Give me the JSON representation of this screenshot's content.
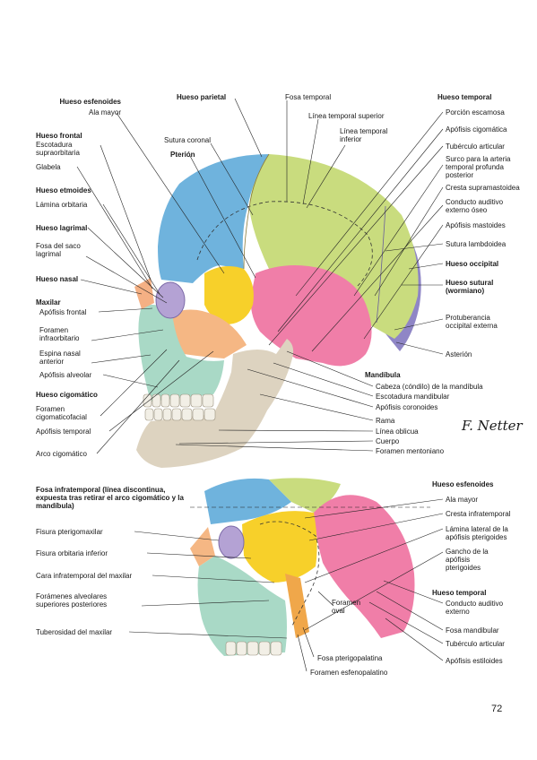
{
  "upper": {
    "left": [
      {
        "id": "esf",
        "text": "Hueso esfenoides",
        "bold": true
      },
      {
        "id": "alamayor",
        "text": "Ala mayor",
        "bold": false
      },
      {
        "id": "frontal",
        "text": "Hueso frontal",
        "bold": true
      },
      {
        "id": "escot",
        "text": "Escotadura supraorbitaria",
        "bold": false
      },
      {
        "id": "glabela",
        "text": "Glabela",
        "bold": false
      },
      {
        "id": "etm",
        "text": "Hueso etmoides",
        "bold": true
      },
      {
        "id": "lamorb",
        "text": "Lámina orbitaria",
        "bold": false
      },
      {
        "id": "lagrimal",
        "text": "Hueso lagrimal",
        "bold": true
      },
      {
        "id": "fosasaco",
        "text": "Fosa del saco lagrimal",
        "bold": false
      },
      {
        "id": "nasal",
        "text": "Hueso nasal",
        "bold": true
      },
      {
        "id": "maxilar",
        "text": "Maxilar",
        "bold": true
      },
      {
        "id": "apofront",
        "text": "Apófisis frontal",
        "bold": false
      },
      {
        "id": "forinfra",
        "text": "Foramen infraorbitario",
        "bold": false
      },
      {
        "id": "espina",
        "text": "Espina nasal anterior",
        "bold": false
      },
      {
        "id": "apoalv",
        "text": "Apófisis alveolar",
        "bold": false
      },
      {
        "id": "cigom",
        "text": "Hueso cigomático",
        "bold": true
      },
      {
        "id": "forcigo",
        "text": "Foramen cigomaticofacial",
        "bold": false
      },
      {
        "id": "apotemp",
        "text": "Apófisis temporal",
        "bold": false
      },
      {
        "id": "arco",
        "text": "Arco cigomático",
        "bold": false
      }
    ],
    "top": [
      {
        "id": "parietal",
        "text": "Hueso parietal",
        "bold": true
      },
      {
        "id": "fosatemp",
        "text": "Fosa temporal",
        "bold": false
      },
      {
        "id": "suturacor",
        "text": "Sutura coronal",
        "bold": false
      },
      {
        "id": "pterion",
        "text": "Pterión",
        "bold": true
      },
      {
        "id": "linsup",
        "text": "Línea temporal superior",
        "bold": false
      },
      {
        "id": "lininf",
        "text": "Línea temporal inferior",
        "bold": false
      }
    ],
    "right": [
      {
        "id": "temporal",
        "text": "Hueso temporal",
        "bold": true
      },
      {
        "id": "porcion",
        "text": "Porción escamosa",
        "bold": false
      },
      {
        "id": "apocig",
        "text": "Apófisis cigomática",
        "bold": false
      },
      {
        "id": "tuberc",
        "text": "Tubérculo articular",
        "bold": false
      },
      {
        "id": "surco",
        "text": "Surco para la arteria temporal profunda posterior",
        "bold": false
      },
      {
        "id": "cresta",
        "text": "Cresta supramastoidea",
        "bold": false
      },
      {
        "id": "conducto",
        "text": "Conducto auditivo externo óseo",
        "bold": false
      },
      {
        "id": "mastoides",
        "text": "Apófisis mastoides",
        "bold": false
      },
      {
        "id": "lambdoidea",
        "text": "Sutura lambdoidea",
        "bold": false
      },
      {
        "id": "occipital",
        "text": "Hueso occipital",
        "bold": true
      },
      {
        "id": "sutural",
        "text": "Hueso sutural (wormiano)",
        "bold": true
      },
      {
        "id": "protub",
        "text": "Protuberancia occipital externa",
        "bold": false
      },
      {
        "id": "asterion",
        "text": "Asterión",
        "bold": false
      },
      {
        "id": "mandibula",
        "text": "Mandíbula",
        "bold": true
      },
      {
        "id": "cabeza",
        "text": "Cabeza (cóndilo) de la mandíbula",
        "bold": false
      },
      {
        "id": "escotmand",
        "text": "Escotadura mandibular",
        "bold": false
      },
      {
        "id": "coronoides",
        "text": "Apófisis coronoides",
        "bold": false
      },
      {
        "id": "rama",
        "text": "Rama",
        "bold": false
      },
      {
        "id": "oblicua",
        "text": "Línea oblicua",
        "bold": false
      },
      {
        "id": "cuerpo",
        "text": "Cuerpo",
        "bold": false
      },
      {
        "id": "mentoniano",
        "text": "Foramen mentoniano",
        "bold": false
      }
    ]
  },
  "lower": {
    "left": [
      {
        "id": "fosainf",
        "text": "Fosa infratemporal (línea discontinua, expuesta tras retirar el arco cigomático y la mandíbula)",
        "bold": true
      },
      {
        "id": "fispteri",
        "text": "Fisura pterigomaxilar",
        "bold": false
      },
      {
        "id": "fisorb",
        "text": "Fisura orbitaria inferior",
        "bold": false
      },
      {
        "id": "carainf",
        "text": "Cara infratemporal del maxilar",
        "bold": false
      },
      {
        "id": "foralv",
        "text": "Forámenes alveolares superiores posteriores",
        "bold": false
      },
      {
        "id": "tuberos",
        "text": "Tuberosidad del maxilar",
        "bold": false
      }
    ],
    "right": [
      {
        "id": "esf2",
        "text": "Hueso esfenoides",
        "bold": true
      },
      {
        "id": "alamayor2",
        "text": "Ala mayor",
        "bold": false
      },
      {
        "id": "crestainf",
        "text": "Cresta infratemporal",
        "bold": false
      },
      {
        "id": "laminalat",
        "text": "Lámina lateral de la apófisis pterigoides",
        "bold": false
      },
      {
        "id": "gancho",
        "text": "Gancho de la apófisis pterigoides",
        "bold": false
      },
      {
        "id": "temporal2",
        "text": "Hueso temporal",
        "bold": true
      },
      {
        "id": "conducto2",
        "text": "Conducto auditivo externo",
        "bold": false
      },
      {
        "id": "fosamand",
        "text": "Fosa mandibular",
        "bold": false
      },
      {
        "id": "tuberc2",
        "text": "Tubérculo articular",
        "bold": false
      },
      {
        "id": "estiloides",
        "text": "Apófisis estiloides",
        "bold": false
      }
    ],
    "center": [
      {
        "id": "foroval",
        "text": "Foramen oval",
        "bold": false
      },
      {
        "id": "fosaptp",
        "text": "Fosa pterigopalatina",
        "bold": false
      },
      {
        "id": "foresf",
        "text": "Foramen esfenopalatino",
        "bold": false
      }
    ]
  },
  "signature": "F. Netter",
  "page_number": "72",
  "colors": {
    "frontal": "#6fb3dd",
    "parietal": "#c9dc7e",
    "temporal": "#f07ea8",
    "sphenoid": "#f7d02a",
    "zygomatic": "#f5b784",
    "maxilla": "#a9d9c6",
    "mandible": "#ddd3c0",
    "occipital": "#8f86c6",
    "nasal": "#f4b084",
    "lacrimal": "#b4a2d4",
    "line": "#222222"
  }
}
